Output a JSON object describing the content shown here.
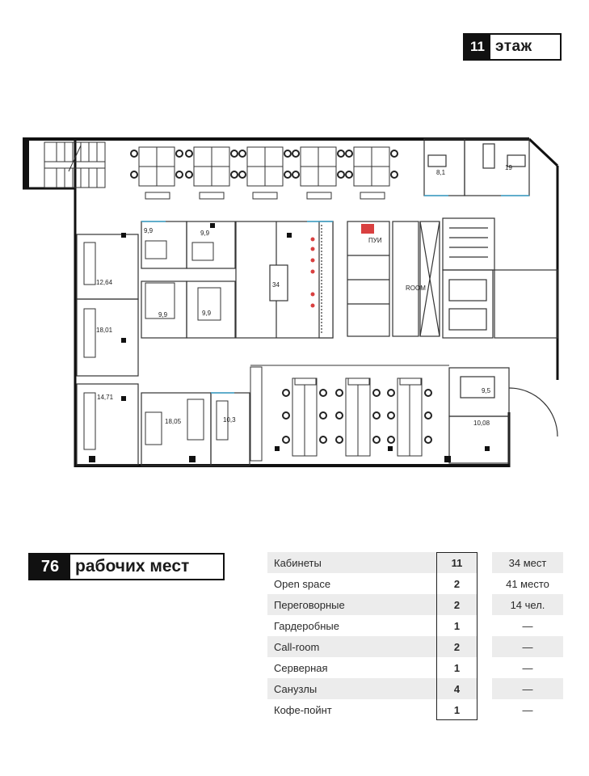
{
  "floor": {
    "number": "11",
    "label": "этаж"
  },
  "workplaces": {
    "number": "76",
    "label": "рабочих мест"
  },
  "rooms": [
    {
      "label": "9,9"
    },
    {
      "label": "9,9"
    },
    {
      "label": "12,64"
    },
    {
      "label": "9,9"
    },
    {
      "label": "18,01"
    },
    {
      "label": "34"
    },
    {
      "label": "8,1"
    },
    {
      "label": "19"
    },
    {
      "label": "ПУИ"
    },
    {
      "label": "ROOM"
    },
    {
      "label": "14,71"
    },
    {
      "label": "18,05"
    },
    {
      "label": "10,3"
    },
    {
      "label": "9,5"
    },
    {
      "label": "10,08"
    },
    {
      "label": "9,9"
    }
  ],
  "summary": [
    {
      "name": "Кабинеты",
      "count": "11",
      "capacity": "34 мест"
    },
    {
      "name": "Open space",
      "count": "2",
      "capacity": "41 место"
    },
    {
      "name": "Переговорные",
      "count": "2",
      "capacity": "14 чел."
    },
    {
      "name": "Гардеробные",
      "count": "1",
      "capacity": "—"
    },
    {
      "name": "Call-room",
      "count": "2",
      "capacity": "—"
    },
    {
      "name": "Серверная",
      "count": "1",
      "capacity": "—"
    },
    {
      "name": "Санузлы",
      "count": "4",
      "capacity": "—"
    },
    {
      "name": "Кофе-пойнт",
      "count": "1",
      "capacity": "—"
    }
  ],
  "colors": {
    "wall": "#111111",
    "line": "#333333",
    "accent": "#d94040",
    "shade": "#ececec",
    "glass": "#3aa0c8"
  }
}
